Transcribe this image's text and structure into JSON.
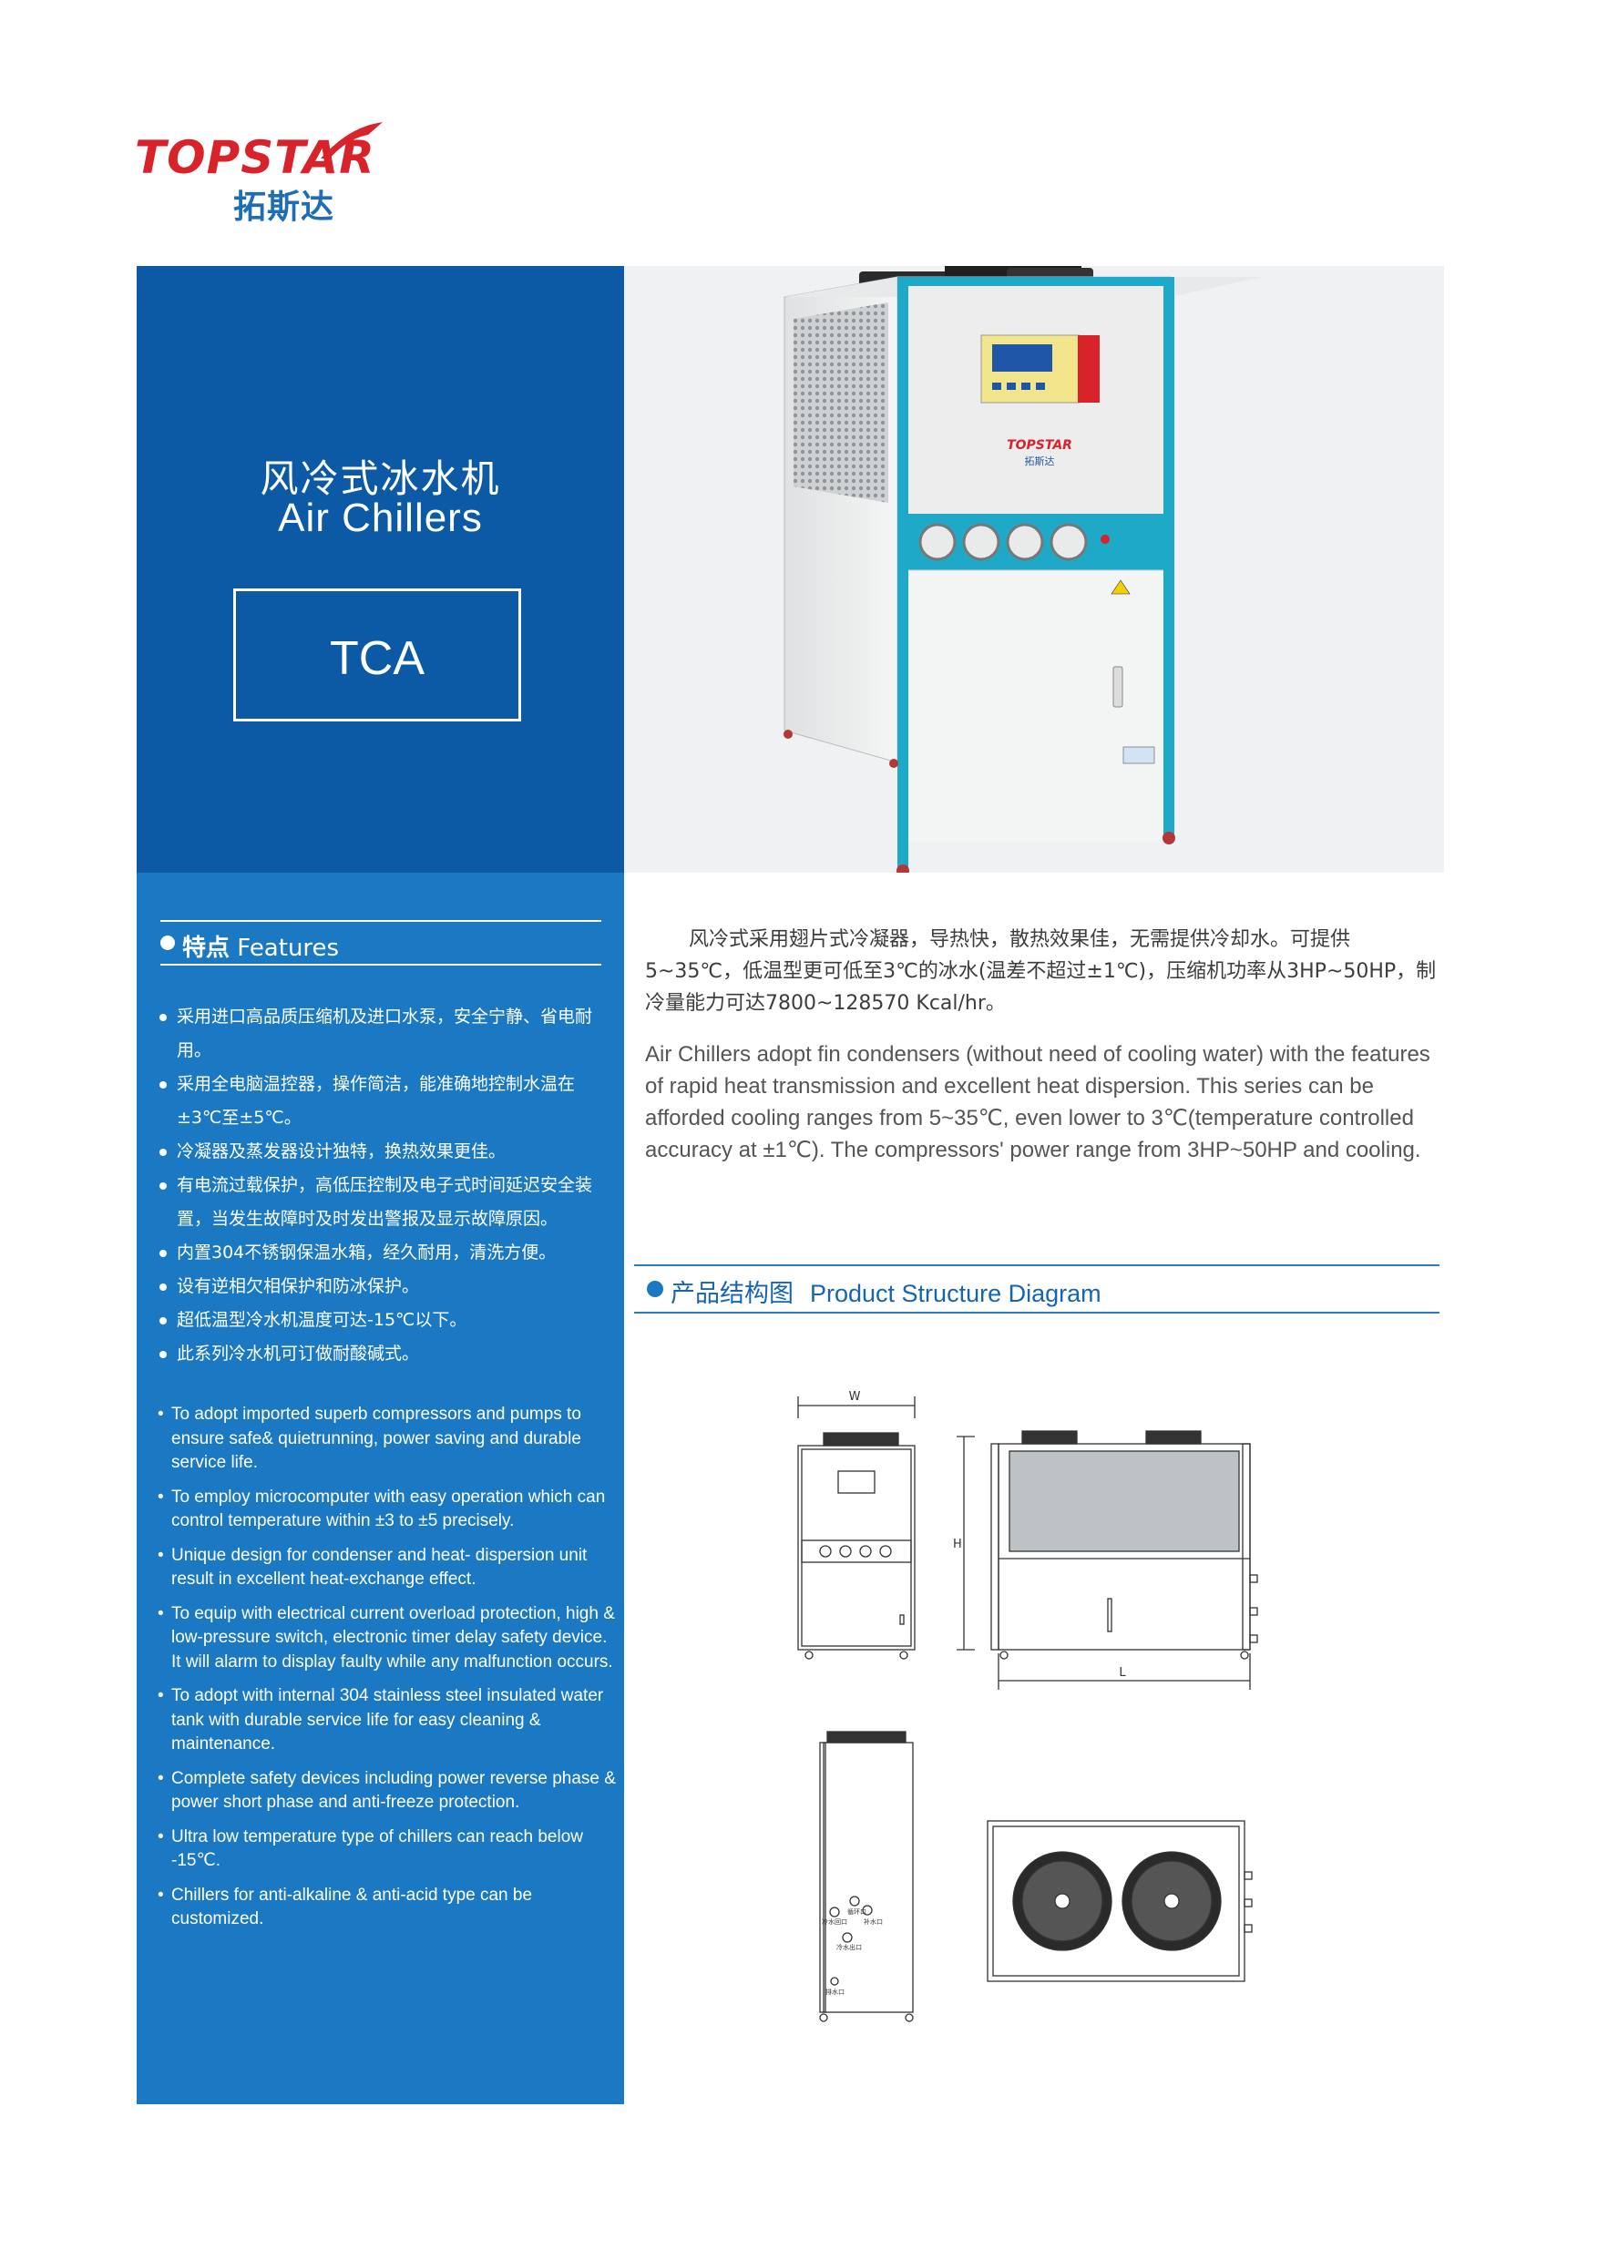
{
  "logo": {
    "brand": "TOPSTAR",
    "brand_cn": "拓斯达"
  },
  "hero": {
    "title_cn": "风冷式冰水机",
    "title_en": "Air Chillers",
    "model": "TCA"
  },
  "features": {
    "heading_cn": "特点",
    "heading_en": "Features",
    "items_cn": [
      "采用进口高品质压缩机及进口水泵，安全宁静、省电耐用。",
      "采用全电脑温控器，操作简洁，能准确地控制水温在±3℃至±5℃。",
      "冷凝器及蒸发器设计独特，换热效果更佳。",
      "有电流过载保护，高低压控制及电子式时间延迟安全装置，当发生故障时及时发出警报及显示故障原因。",
      "内置304不锈钢保温水箱，经久耐用，清洗方便。",
      "设有逆相欠相保护和防冰保护。",
      "超低温型冷水机温度可达-15℃以下。",
      "此系列冷水机可订做耐酸碱式。"
    ],
    "items_en": [
      "To adopt imported superb compressors and pumps to ensure safe& quietrunning, power saving and durable service life.",
      "To employ microcomputer with easy operation which can control temperature within ±3 to ±5 precisely.",
      "Unique design for condenser and heat- dispersion unit result in excellent heat-exchange effect.",
      "To equip with electrical current overload protection, high & low-pressure switch, electronic timer delay safety device. It will alarm to display faulty while any malfunction occurs.",
      "To adopt with internal 304 stainless steel insulated water tank with durable service life for easy cleaning & maintenance.",
      "Complete safety devices including power reverse phase & power short phase and anti-freeze protection.",
      "Ultra low temperature type of chillers can reach below -15℃.",
      "Chillers for anti-alkaline & anti-acid type can be customized."
    ]
  },
  "description": {
    "cn": "风冷式采用翅片式冷凝器，导热快，散热效果佳，无需提供冷却水。可提供5~35℃，低温型更可低至3℃的冰水(温差不超过±1℃)，压缩机功率从3HP~50HP，制冷量能力可达7800~128570 Kcal/hr。",
    "en": "Air Chillers adopt fin condensers (without need of cooling water) with the features of rapid heat transmission and excellent heat dispersion. This series can be afforded cooling ranges from 5~35℃, even lower to 3℃(temperature controlled accuracy at ±1℃). The compressors' power range from 3HP~50HP and cooling."
  },
  "diagram": {
    "heading_cn": "产品结构图",
    "heading_en": "Product Structure Diagram",
    "dim_w": "W",
    "dim_h": "H",
    "dim_l": "L",
    "port_labels": [
      "冷水回口",
      "循环口",
      "补水口",
      "冷水出口",
      "排水口"
    ]
  },
  "machine_label": "TOPSTAR",
  "machine_label_cn": "拓斯达",
  "colors": {
    "brand_red": "#d8232a",
    "brand_blue": "#0c5aa6",
    "panel_blue": "#1b79c4",
    "frame_teal": "#1fa9c9"
  }
}
